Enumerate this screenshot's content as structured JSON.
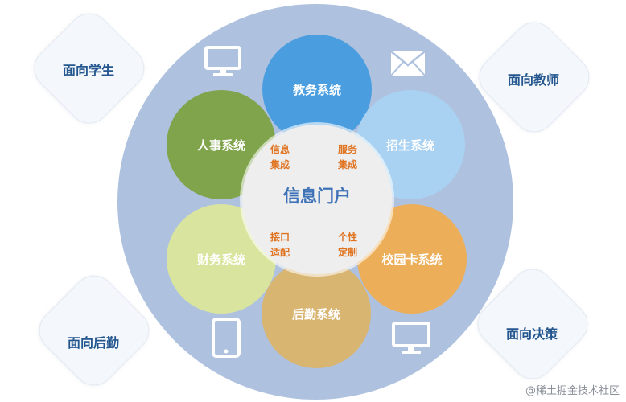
{
  "center": {
    "title": "信息门户",
    "tags": {
      "top_left": [
        "信息",
        "集成"
      ],
      "top_right": [
        "服务",
        "集成"
      ],
      "bottom_left": [
        "接口",
        "适配"
      ],
      "bottom_right": [
        "个性",
        "定制"
      ]
    }
  },
  "systems": [
    {
      "label": "教务系统",
      "color": "#4a9ee0"
    },
    {
      "label": "招生系统",
      "color": "#a9d2f2"
    },
    {
      "label": "校园卡系统",
      "color": "#ecae59"
    },
    {
      "label": "后勤系统",
      "color": "#d9b572"
    },
    {
      "label": "财务系统",
      "color": "#d9e59e"
    },
    {
      "label": "人事系统",
      "color": "#7fa44c"
    }
  ],
  "audiences": {
    "top_left": "面向学生",
    "top_right": "面向教师",
    "bottom_left": "面向后勤",
    "bottom_right": "面向决策"
  },
  "icons": [
    "monitor-icon",
    "envelope-icon",
    "tablet-icon",
    "monitor-icon"
  ],
  "watermark": "@稀土掘金技术社区"
}
